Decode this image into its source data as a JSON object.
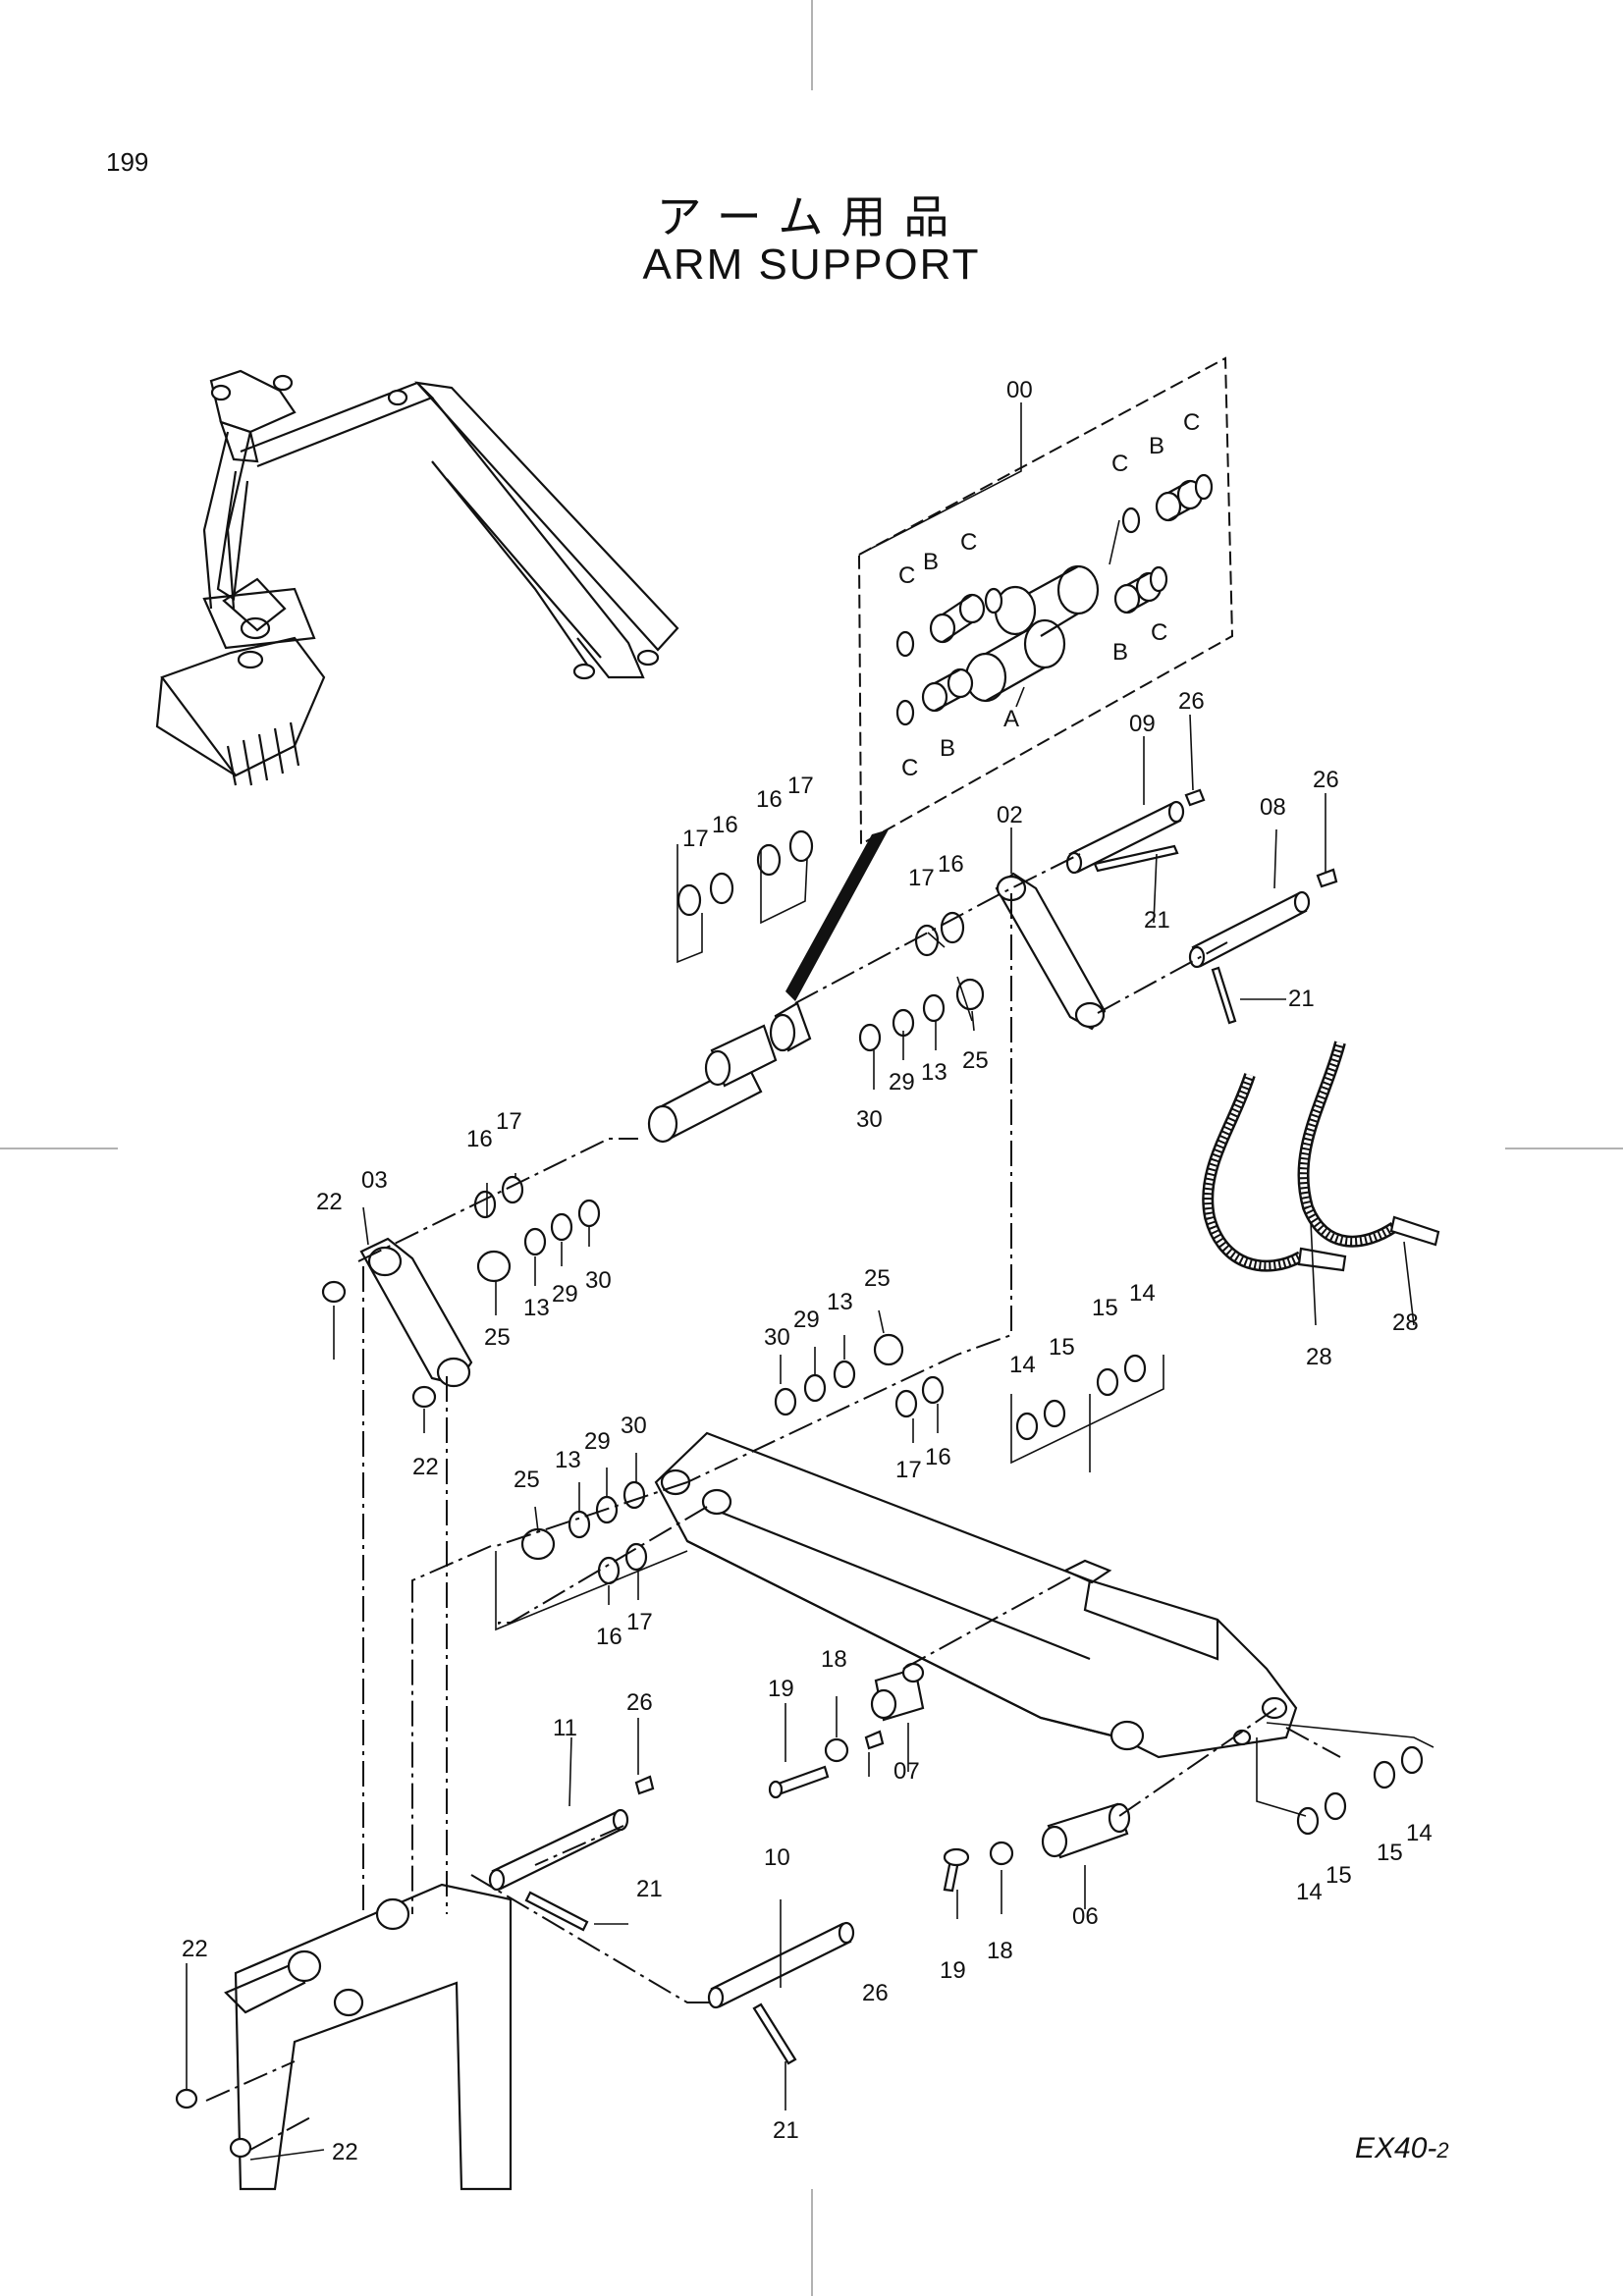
{
  "page": {
    "number": "199",
    "title_jp": "アーム用品",
    "title_en": "ARM SUPPORT",
    "model_code": "EX40-",
    "model_code_suffix": "2"
  },
  "callouts": {
    "c00": "00",
    "c02": "02",
    "c03": "03",
    "c06": "06",
    "c07": "07",
    "c08": "08",
    "c09": "09",
    "c10": "10",
    "c11": "11",
    "c13": "13",
    "c14": "14",
    "c15": "15",
    "c16": "16",
    "c17": "17",
    "c18": "18",
    "c19": "19",
    "c21": "21",
    "c22": "22",
    "c25": "25",
    "c26": "26",
    "c28": "28",
    "c29": "29",
    "c30": "30",
    "cA": "A",
    "cB": "B",
    "cC": "C"
  }
}
